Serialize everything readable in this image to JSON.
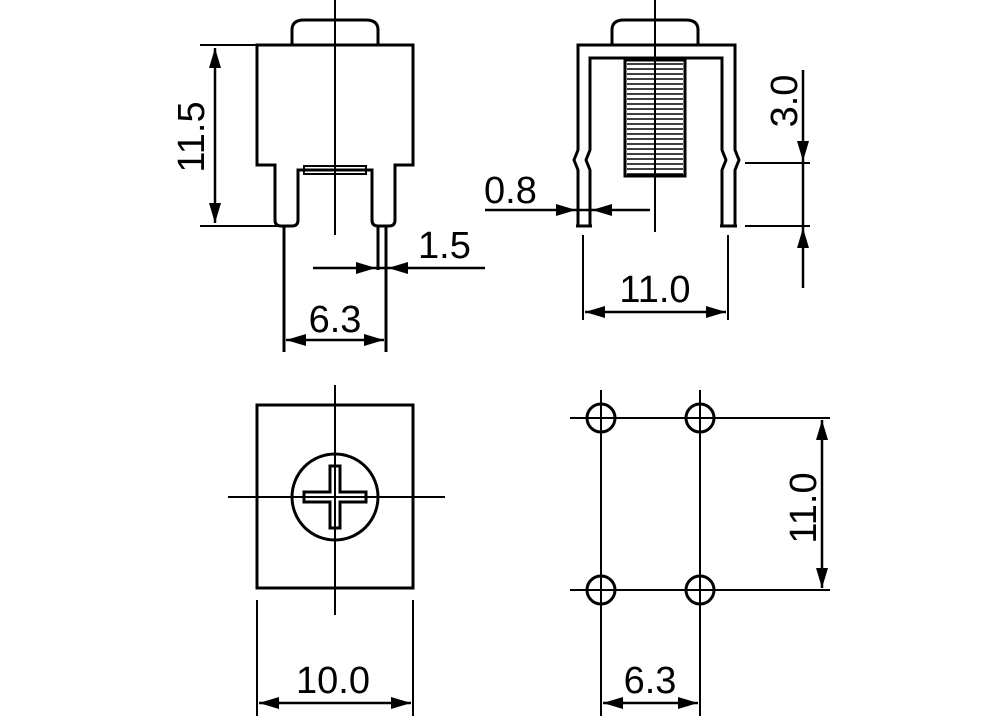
{
  "dimensions": {
    "front_height": "11.5",
    "front_pin_width": "1.5",
    "front_pin_pitch": "6.3",
    "side_coil_height": "3.0",
    "side_pin_width": "0.8",
    "side_pin_span": "11.0",
    "top_body_width": "10.0",
    "footprint_vertical_pitch": "11.0",
    "footprint_horizontal_pitch": "6.3"
  }
}
